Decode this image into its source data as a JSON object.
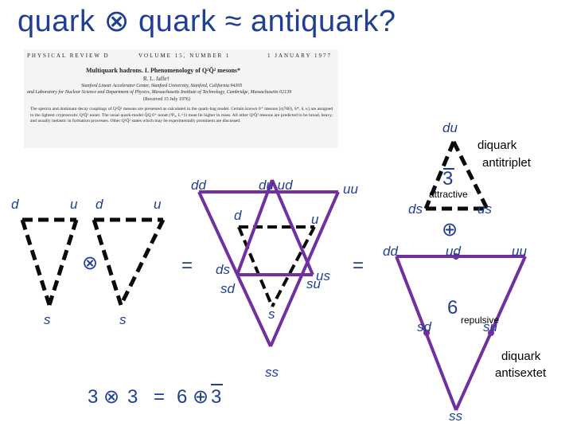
{
  "title": "quark ⊗ quark ≈ antiquark?",
  "paper": {
    "journal_left": "PHYSICAL REVIEW D",
    "journal_center": "VOLUME 15, NUMBER 1",
    "journal_right": "1 JANUARY 1977",
    "title": "Multiquark hadrons. I. Phenomenology of Q²Q̄² mesons*",
    "author": "R. L. Jaffe†",
    "affil1": "Stanford Linear Accelerator Center, Stanford University, Stanford, California 94305",
    "affil2": "and Laboratory for Nuclear Science and Department of Physics, Massachusetts Institute of Technology, Cambridge, Massachusetts 02139",
    "received": "(Received 15 July 1976)",
    "abstract": "The spectra and dominant decay couplings of Q²Q̄² mesons are presented as calculated in the quark-bag model. Certain known 0⁺ mesons [ε(700), S*, δ, κ] are assigned to the lightest cryptoexotic Q²Q̄² nonet. The usual quark-model Q̄Q 0⁺ nonet (³P₀, L=1) must lie higher in mass. All other Q²Q̄² mesons are predicted to be broad, heavy, and usually inelastic in formation processes. Other Q²Q̄² states which may be experimentally prominent are discussed."
  },
  "left_diagram": {
    "tri1": {
      "top_left": "d",
      "top_right": "u",
      "bottom": "s"
    },
    "otimes": "⊗",
    "tri2": {
      "top_left": "d",
      "top_right": "u",
      "bottom": "s"
    },
    "equals": "="
  },
  "hexagram": {
    "top_labels": [
      "dd",
      "du ud",
      "uu"
    ],
    "inner_left": "d",
    "inner_right": "u",
    "left_labels": [
      "ds",
      "sd"
    ],
    "right_labels": [
      "us",
      "su"
    ],
    "inner_bottom": "s",
    "bottom_label": "ss",
    "equals": "="
  },
  "right_diagram": {
    "top": "du",
    "antitriplet_label": [
      "diquark",
      "antitriplet"
    ],
    "three_bar": "3",
    "attractive": "attractive",
    "ds": "ds",
    "us": "us",
    "oplus": "⊕",
    "dd": "dd",
    "ud": "ud",
    "uu": "uu",
    "six": "6",
    "repulsive": "repulsive",
    "sd": "sd",
    "su": "su",
    "antisextet_label": [
      "diquark",
      "antisextet"
    ],
    "ss": "ss"
  },
  "equation": {
    "a": "3",
    "op1": "⊗",
    "b": "3",
    "eq": "=",
    "c": "6",
    "op2": "⊕",
    "d": "3"
  },
  "colors": {
    "blue": "#1f3f94",
    "purple": "#7030a0",
    "dash": "#0b0b0b"
  }
}
